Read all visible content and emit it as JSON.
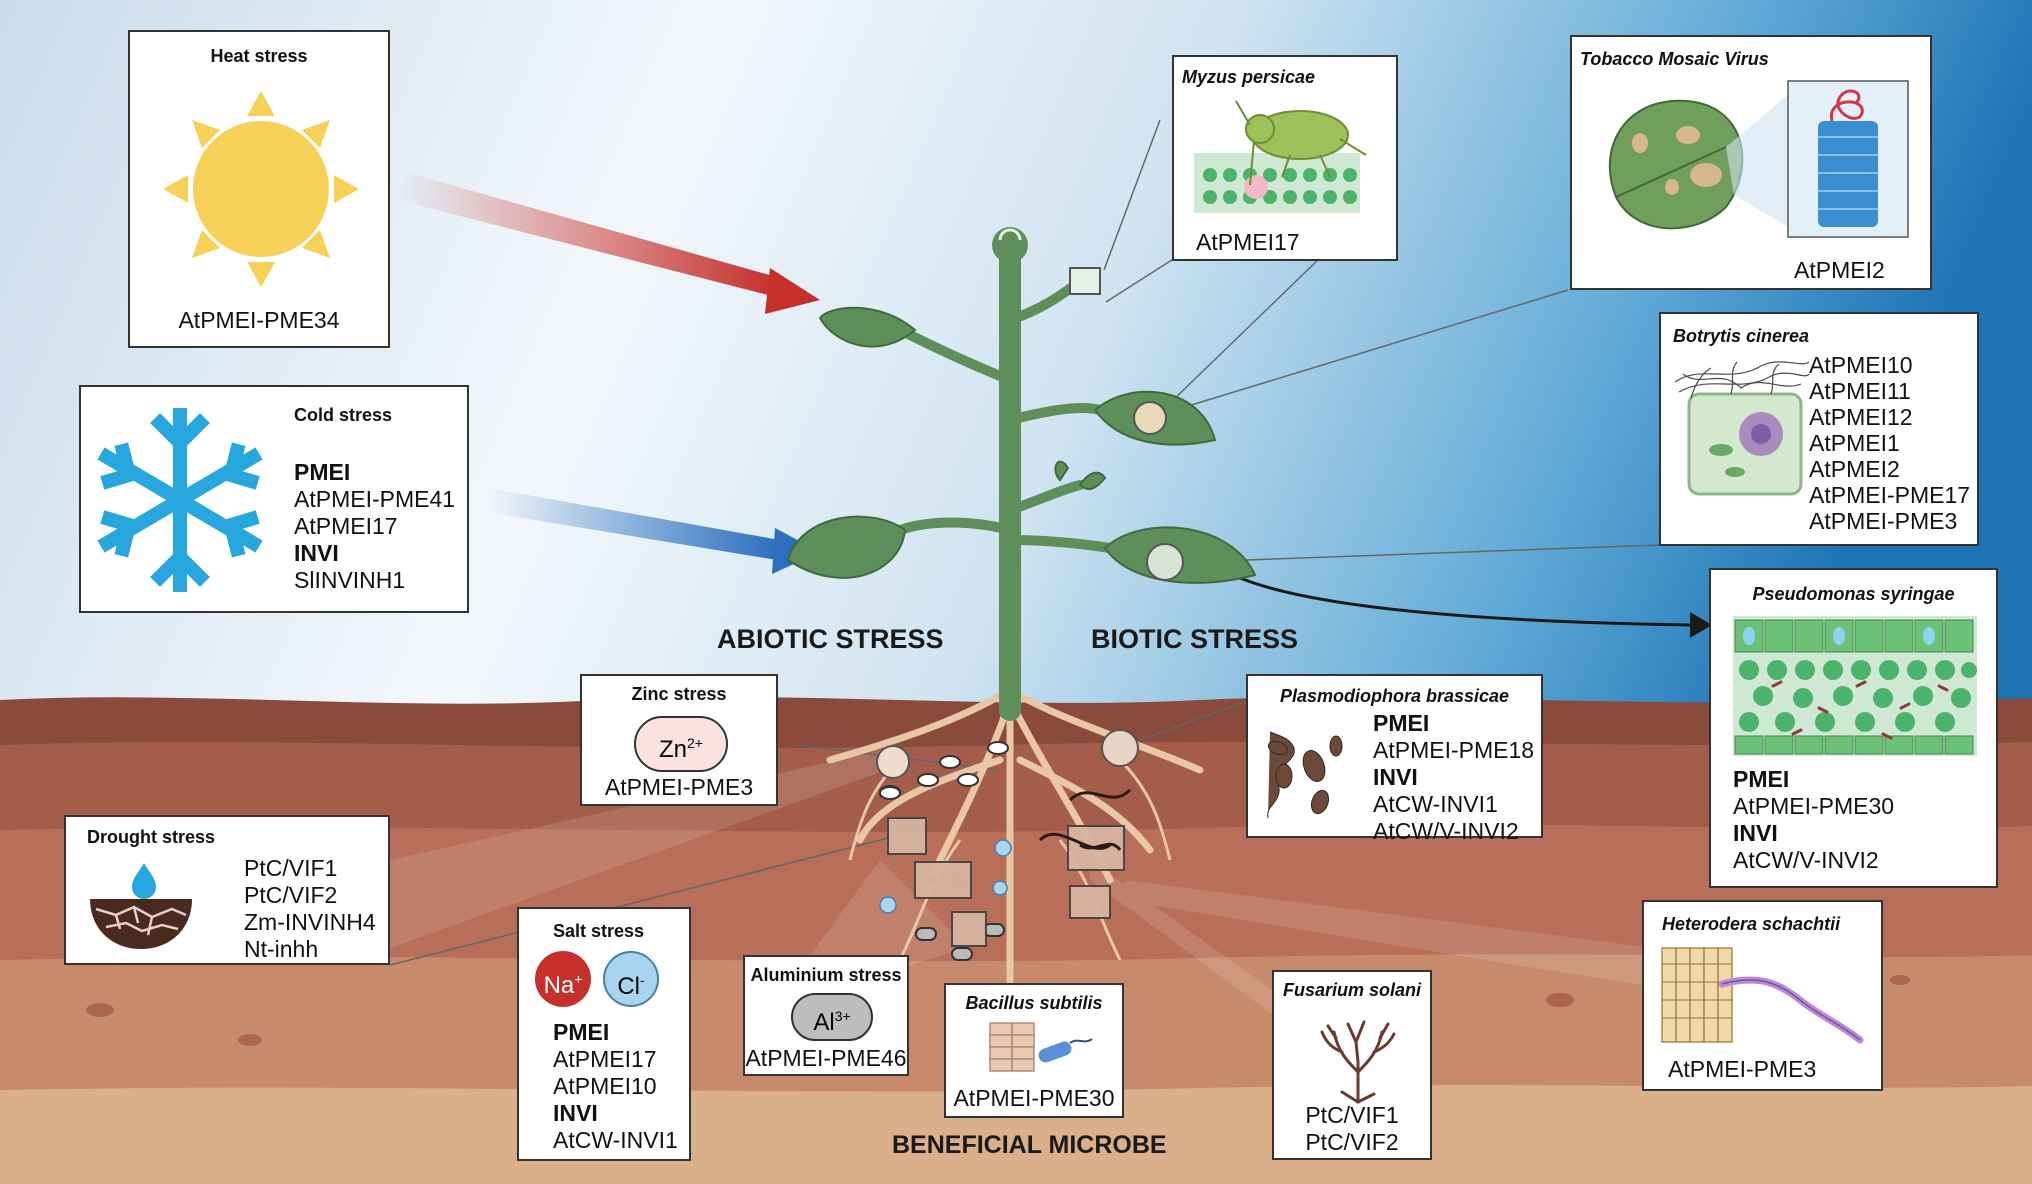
{
  "headings": {
    "abiotic": "ABIOTIC STRESS",
    "biotic": "BIOTIC STRESS",
    "beneficial": "BENEFICIAL MICROBE"
  },
  "colors": {
    "sky_light": "#eef4f9",
    "sky_blue": "#2a7fbf",
    "soil_top": "#8a4a3c",
    "soil_mid": "#b06a55",
    "soil_bottom": "#d9b08a",
    "plant_green": "#5e8f5a",
    "heat_arrow": "#c62f2a",
    "cold_arrow": "#2c6fbf",
    "snowflake": "#27a7dd",
    "sun": "#f7d058"
  },
  "boxes": {
    "heat": {
      "title": "Heat stress",
      "icon": "sun-icon",
      "genes": [
        "AtPMEI-PME34"
      ]
    },
    "cold": {
      "title": "Cold stress",
      "icon": "snowflake-icon",
      "lines": [
        {
          "text": "PMEI",
          "bold": true
        },
        {
          "text": "AtPMEI-PME41",
          "bold": false
        },
        {
          "text": "AtPMEI17",
          "bold": false
        },
        {
          "text": "INVI",
          "bold": true
        },
        {
          "text": "SlINVINH1",
          "bold": false
        }
      ]
    },
    "zinc": {
      "title": "Zinc stress",
      "ion": "Zn",
      "charge": "2+",
      "genes": [
        "AtPMEI-PME3"
      ]
    },
    "drought": {
      "title": "Drought stress",
      "icon": "cracked-soil-icon",
      "lines": [
        {
          "text": "PtC/VIF1",
          "bold": false
        },
        {
          "text": "PtC/VIF2",
          "bold": false
        },
        {
          "text": "Zm-INVINH4",
          "bold": false
        },
        {
          "text": "Nt-inhh",
          "bold": false
        }
      ]
    },
    "salt": {
      "title": "Salt stress",
      "ions": [
        {
          "symbol": "Na",
          "charge": "+"
        },
        {
          "symbol": "Cl",
          "charge": "-"
        }
      ],
      "lines": [
        {
          "text": "PMEI",
          "bold": true
        },
        {
          "text": "AtPMEI17",
          "bold": false
        },
        {
          "text": "AtPMEI10",
          "bold": false
        },
        {
          "text": "INVI",
          "bold": true
        },
        {
          "text": "AtCW-INVI1",
          "bold": false
        }
      ]
    },
    "aluminium": {
      "title": "Aluminium stress",
      "ion": "Al",
      "charge": "3+",
      "genes": [
        "AtPMEI-PME46"
      ]
    },
    "bacillus": {
      "title": "Bacillus subtilis",
      "icon": "bacterium-icon",
      "genes": [
        "AtPMEI-PME30"
      ]
    },
    "myzus": {
      "title": "Myzus persicae",
      "icon": "aphid-icon",
      "genes": [
        "AtPMEI17"
      ]
    },
    "tmv": {
      "title": "Tobacco Mosaic Virus",
      "icon": "virus-icon",
      "genes": [
        "AtPMEI2"
      ]
    },
    "botrytis": {
      "title": "Botrytis cinerea",
      "icon": "fungal-cell-icon",
      "lines": [
        {
          "text": "AtPMEI10",
          "bold": false
        },
        {
          "text": "AtPMEI11",
          "bold": false
        },
        {
          "text": "AtPMEI12",
          "bold": false
        },
        {
          "text": "AtPMEI1",
          "bold": false
        },
        {
          "text": "AtPMEI2",
          "bold": false
        },
        {
          "text": "AtPMEI-PME17",
          "bold": false
        },
        {
          "text": "AtPMEI-PME3",
          "bold": false
        }
      ]
    },
    "pseudomonas": {
      "title": "Pseudomonas syringae",
      "icon": "leaf-tissue-icon",
      "lines": [
        {
          "text": "PMEI",
          "bold": true
        },
        {
          "text": "AtPMEI-PME30",
          "bold": false
        },
        {
          "text": "INVI",
          "bold": true
        },
        {
          "text": "AtCW/V-INVI2",
          "bold": false
        }
      ]
    },
    "plasmodiophora": {
      "title": "Plasmodiophora brassicae",
      "icon": "clubroot-icon",
      "lines": [
        {
          "text": "PMEI",
          "bold": true
        },
        {
          "text": "AtPMEI-PME18",
          "bold": false
        },
        {
          "text": "INVI",
          "bold": true
        },
        {
          "text": "AtCW-INVI1",
          "bold": false
        },
        {
          "text": "AtCW/V-INVI2",
          "bold": false
        }
      ]
    },
    "heterodera": {
      "title": "Heterodera schachtii",
      "icon": "nematode-icon",
      "genes": [
        "AtPMEI-PME3"
      ]
    },
    "fusarium": {
      "title": "Fusarium solani",
      "icon": "hyphae-icon",
      "genes": [
        "PtC/VIF1",
        "PtC/VIF2"
      ]
    }
  }
}
